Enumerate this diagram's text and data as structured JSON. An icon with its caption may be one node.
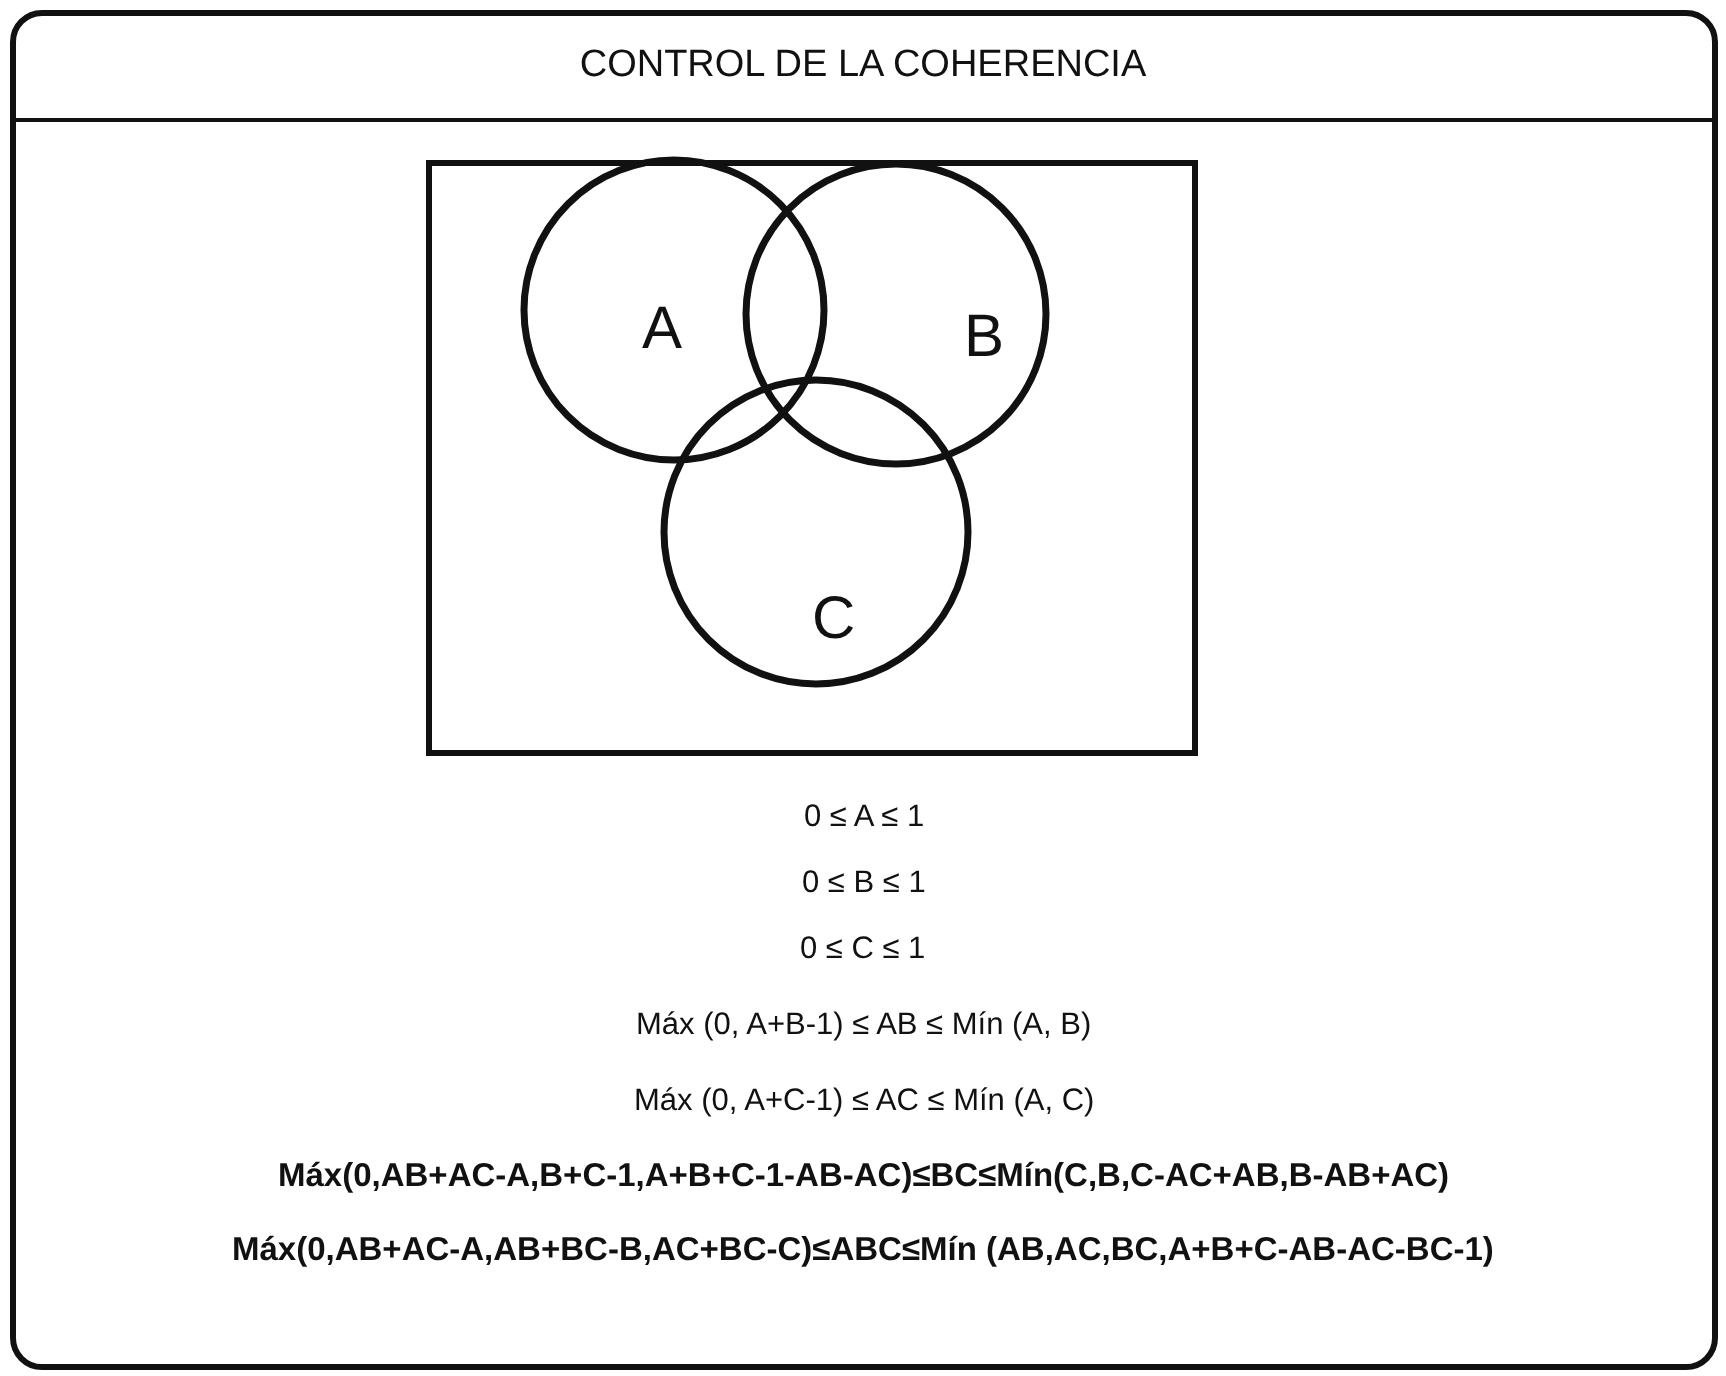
{
  "diagram": {
    "title": "CONTROL DE LA COHERENCIA",
    "nodes": [
      {
        "text": [],
        "shape": "box"
      },
      {
        "text": [
          "A"
        ],
        "in": 0
      },
      {
        "text": [
          "B"
        ],
        "in": 0
      },
      {
        "text": [
          "C"
        ],
        "in": 0
      }
    ],
    "labels": [
      "0 ≤ A ≤ 1",
      "0 ≤ B ≤ 1",
      "0 ≤ C ≤ 1",
      "Máx (0, A+B-1) ≤ AB ≤ Mín (A, B)",
      "Máx (0, A+C-1) ≤ AC ≤ Mín (A, C)",
      "Máx(0,AB+AC-A,B+C-1,A+B+C-1-AB-AC)≤BC≤Mín(C,B,C-AC+AB,B-AB+AC)",
      "Máx(0,AB+AC-A,AB+BC-B,AC+BC-C)≤ABC≤Mín (AB,AC,BC,A+B+C-AB-AC-BC-1)"
    ]
  }
}
